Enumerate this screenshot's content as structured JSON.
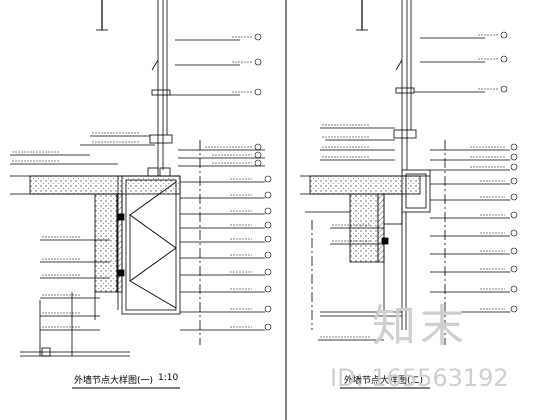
{
  "drawing": {
    "left_caption": "外墙节点大样图(一)",
    "right_caption": "外墙节点大样图(二)",
    "scale_note": "1:10"
  },
  "watermark": {
    "brand": "知末",
    "id_text": "ID: 165563192"
  },
  "colors": {
    "line": "#000000",
    "hatch": "#555555",
    "watermark": "#cfcfcf"
  }
}
